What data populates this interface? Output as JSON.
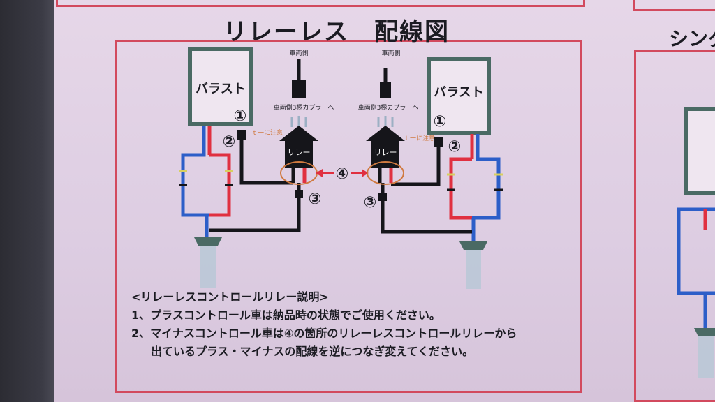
{
  "title": "リレーレス　配線図",
  "next_title": "シング",
  "ballast_label": "バラスト",
  "vehicle_side": "車両側",
  "coupler_label": "車両側3極カプラーへ",
  "relay_label": "リレー",
  "caution_label": "ｔ一に注意",
  "markers": [
    "①",
    "②",
    "③",
    "④"
  ],
  "notes": {
    "heading": "<リレーレスコントロールリレー説明>",
    "line1": "1、プラスコントロール車は納品時の状態でご使用ください。",
    "line2": "2、マイナスコントロール車は④の箇所のリレーレスコントロールリレーから",
    "line3": "出ているプラス・マイナスの配線を逆につなぎ変えてください。"
  },
  "colors": {
    "paper": "#e2d3e6",
    "frame": "#d24a5e",
    "wire_red": "#e03040",
    "wire_blue": "#2c5ec8",
    "wire_black": "#15151a",
    "box": "#4a6a64"
  }
}
